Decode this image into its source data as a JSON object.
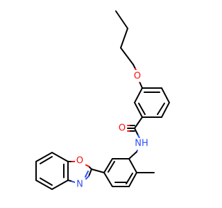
{
  "molecule": {
    "atoms": [
      {
        "symbol": "O",
        "color": "#ff0d0d"
      },
      {
        "symbol": "O",
        "color": "#ff0d0d"
      },
      {
        "symbol": "NH",
        "color": "#3050f8"
      },
      {
        "symbol": "O",
        "color": "#ff0d0d"
      },
      {
        "symbol": "N",
        "color": "#3050f8"
      }
    ]
  }
}
